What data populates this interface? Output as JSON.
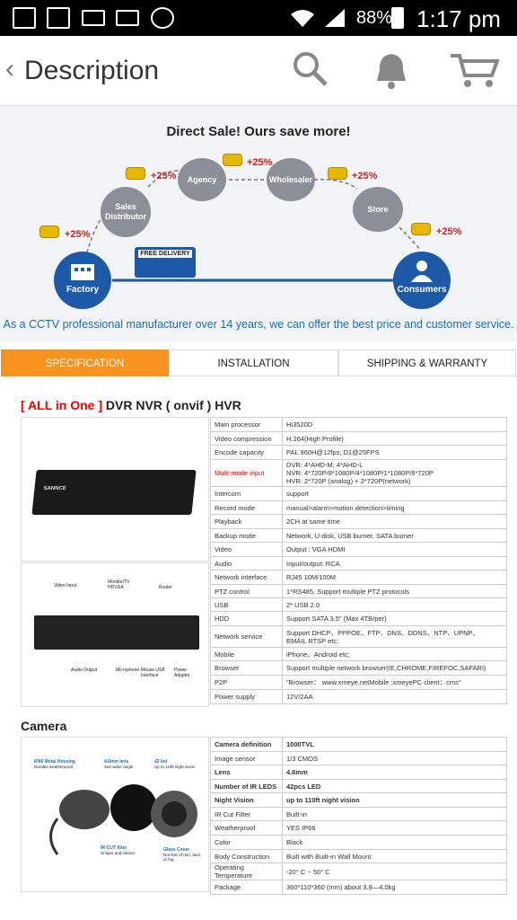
{
  "status": {
    "battery": "88%",
    "time": "1:17 pm"
  },
  "appbar": {
    "back": "‹",
    "title": "Description",
    "icons": [
      "search-icon",
      "bell-icon",
      "cart-icon"
    ]
  },
  "promo": {
    "title": "Direct Sale! Ours save more!",
    "nodes": [
      "Sales Distributor",
      "Agency",
      "Wholesaler",
      "Store"
    ],
    "factory": "Factory",
    "consumers": "Consumers",
    "truck": "FREE DELIVERY",
    "markup": "+25%",
    "caption": "As a CCTV professional manufacturer over 14 years, we can offer the best price and customer service."
  },
  "tabs": [
    "SPECIFICATION",
    "INSTALLATION",
    "SHIPPING & WARRANTY"
  ],
  "dvr": {
    "heading_tag": "[ ALL in One ]",
    "heading": " DVR NVR ( onvif ) HVR",
    "device_brand": "SANNCE",
    "port_labels": [
      "Video Input",
      "Monitor/TV HDVGA",
      "Router",
      "Audio Output",
      "Microphone",
      "Mouse USB Interface",
      "Power Adapter"
    ],
    "rows": [
      [
        "Main processor",
        "Hi3520D"
      ],
      [
        "Video compression",
        "H.264(High Profile)"
      ],
      [
        "Encode capacity",
        "PAL 960H@12fps; D1@25FPS"
      ],
      [
        "Multi-mode input",
        "DVR: 4*AHD-M; 4*AHD-L\nNVR: 4*720P/8*1080P/4*1080P/1*1080P/8*720P\nHVR: 2*720P (analog) + 2*720P(network)"
      ],
      [
        "Intercom",
        "support"
      ],
      [
        "Record mode",
        "manual>alarm>motion detection>timing"
      ],
      [
        "Playback",
        "2CH at same time"
      ],
      [
        "Backup mode",
        "Network, U-disk, USB burner, SATA burner"
      ],
      [
        "Video",
        "Output : VGA HDMI"
      ],
      [
        "Audio",
        "Input/output:  RCA"
      ],
      [
        "Network interface",
        "RJ45 10M/100M"
      ],
      [
        "PTZ control",
        "1*RS485, Support multiple PTZ protocols"
      ],
      [
        "USB",
        "2* USB 2.0"
      ],
      [
        "HDD",
        "Support  SATA 3.5\"  (Max 4TB/per)"
      ],
      [
        "Network service",
        "Support DHCP、PPPOE、FTP、DNS、DDNS、NTP、UPNP、\nEMAIL RTSP etc;"
      ],
      [
        "Mobile",
        "iPhone、Android etc;"
      ],
      [
        "Browser",
        "Support multiple network browser(IE,CHROME,FIREFOC,SAFARI)"
      ],
      [
        "P2P",
        "\"Browser： www.xmeye.netMobile :xmeyePC client：cms\""
      ],
      [
        "Power supply",
        "12V/2AA"
      ]
    ]
  },
  "camera": {
    "heading": "Camera",
    "callouts": [
      "IP66 Metal Housing",
      "Durable weatherproof",
      "4.6mm lens",
      "See wider angle",
      "42 led",
      "Up to 110ft night vision",
      "IR-CUT filter",
      "Crisper and clearer",
      "Glass Cover",
      "Not fear of rain, dust, or fog"
    ],
    "rows": [
      [
        "Camera definition",
        "1000TVL"
      ],
      [
        "Image sensor",
        "1/3  CMOS"
      ],
      [
        "Lens",
        "4.6mm"
      ],
      [
        "Number of IR LEDS",
        "42pcs LED"
      ],
      [
        "Night Vision",
        "up to 110ft night vision"
      ],
      [
        "IR Cut Filter",
        "Built-in"
      ],
      [
        "Weatherproof",
        "YES IP66"
      ],
      [
        "Color",
        "Black"
      ],
      [
        "Body Construction",
        "Built with Built-in Wall Mount"
      ],
      [
        "Operating Temperature",
        "-20° C ~ 50° C"
      ],
      [
        "Package",
        "360*110*360  (mm)  about 3.8—4.0kg"
      ]
    ]
  }
}
